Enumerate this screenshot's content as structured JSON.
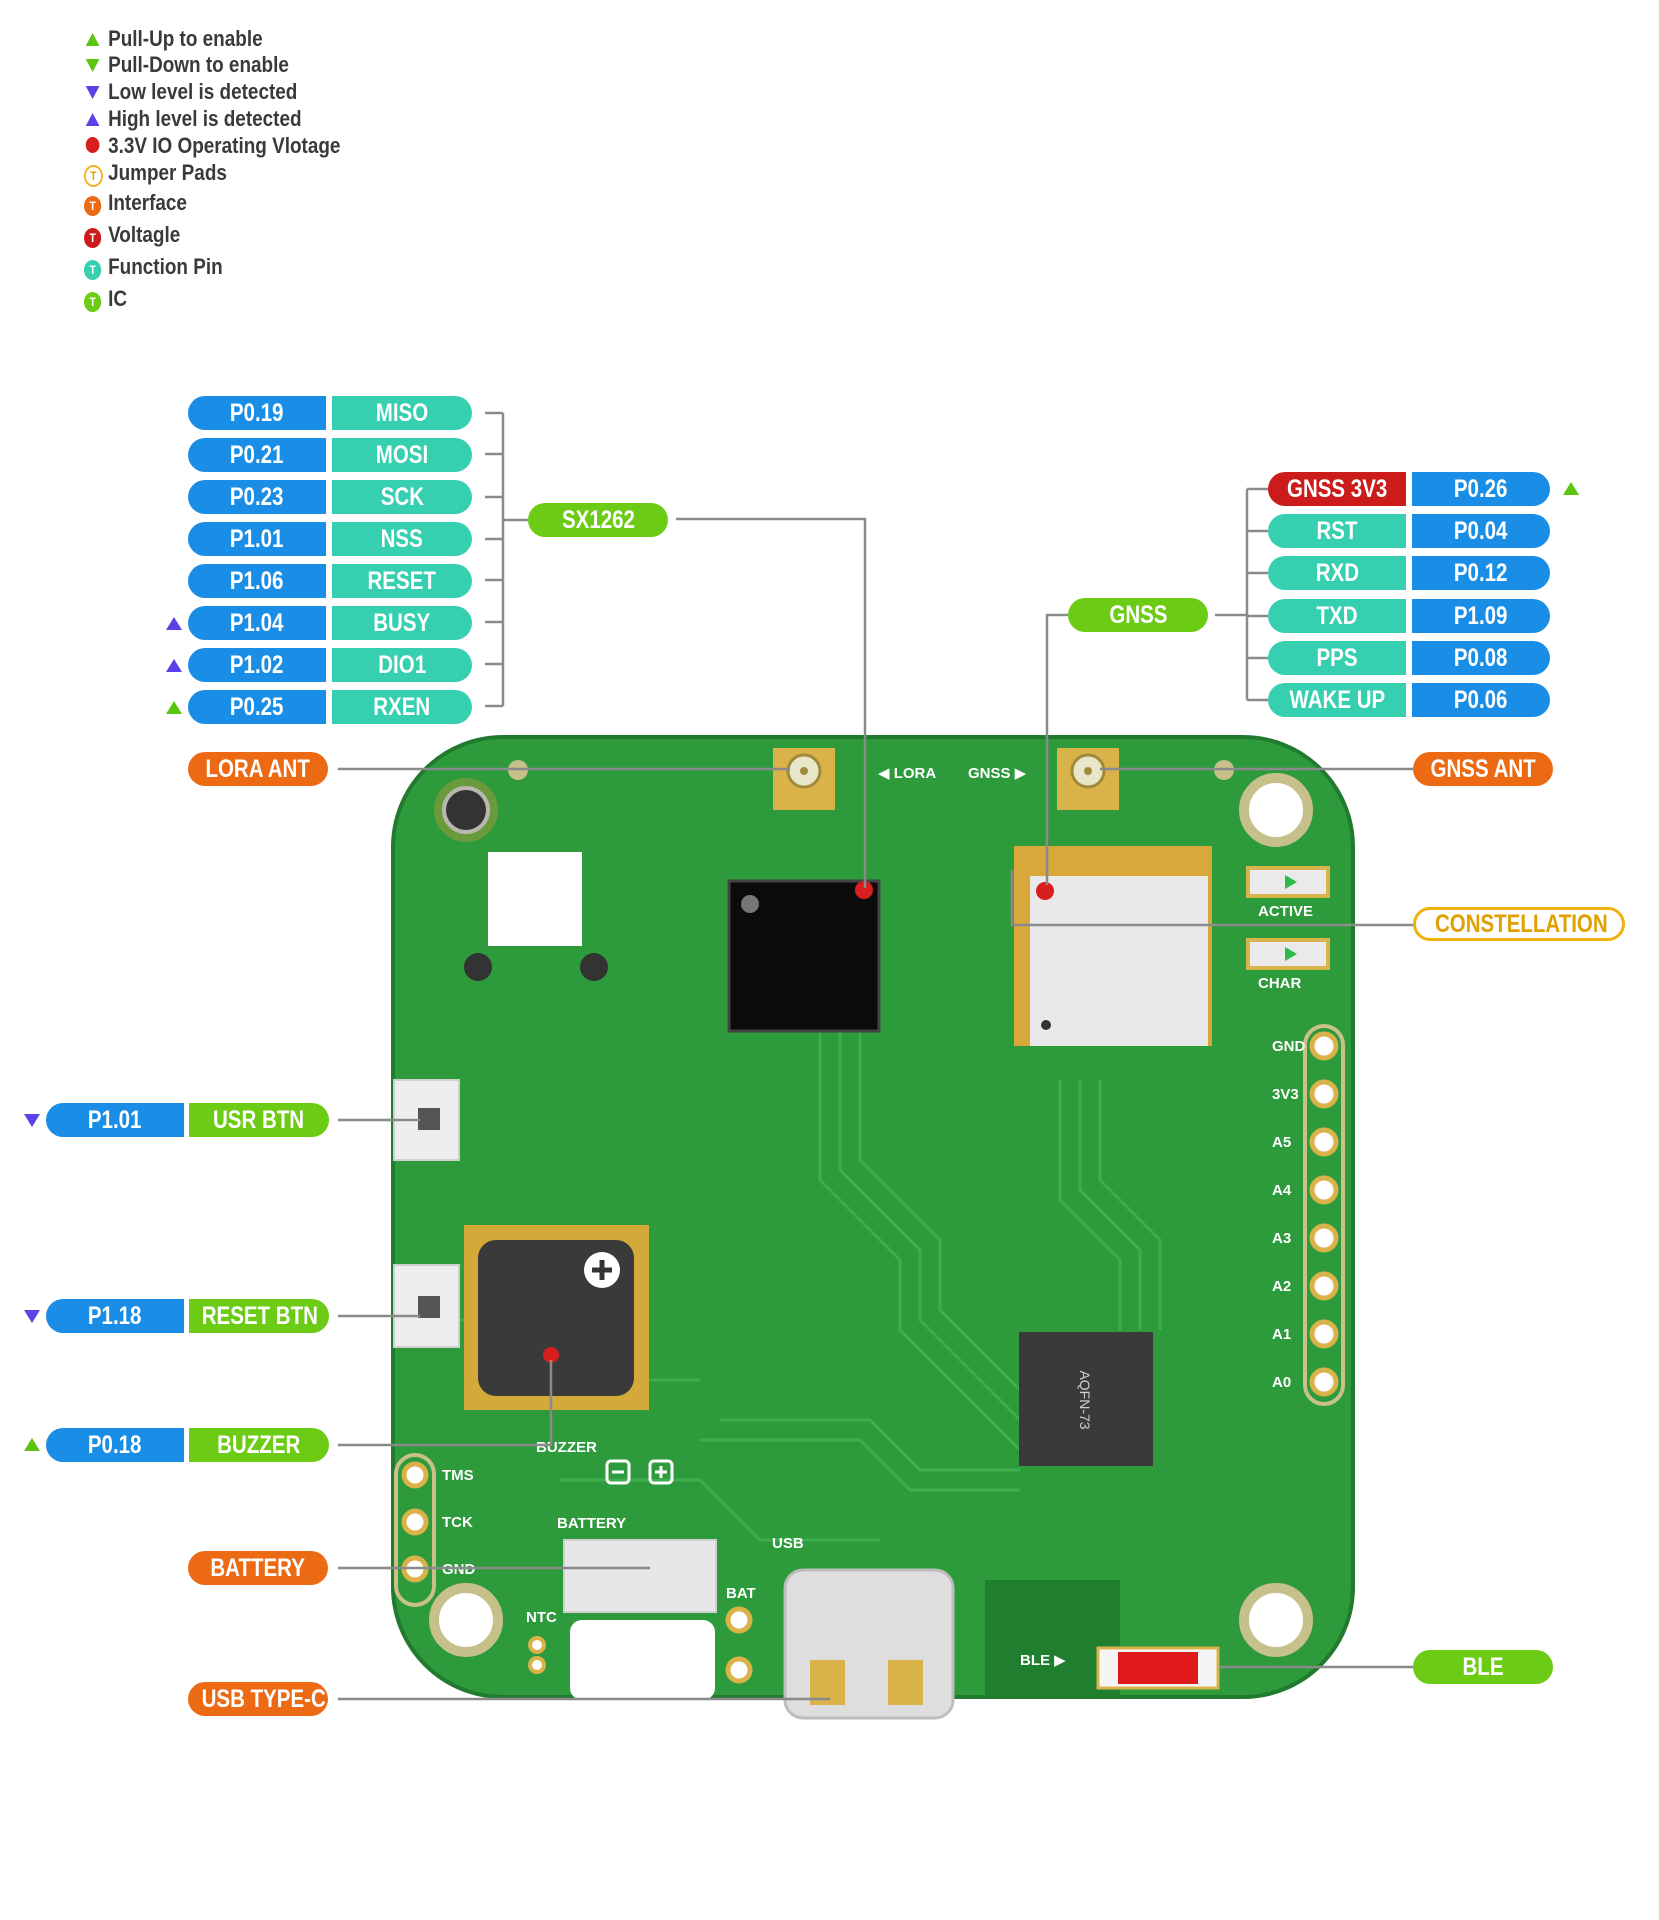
{
  "legend": {
    "pull_up": "Pull-Up to enable",
    "pull_down": "Pull-Down to enable",
    "low": "Low level is detected",
    "high": "High level is detected",
    "v33": "3.3V IO Operating Vlotage",
    "jumper": "Jumper Pads",
    "interface": "Interface",
    "voltage": "Voltagle",
    "function": "Function Pin",
    "ic": "IC",
    "badge": "T"
  },
  "sx1262": {
    "label": "SX1262",
    "pins": [
      {
        "gpio": "P0.19",
        "func": "MISO"
      },
      {
        "gpio": "P0.21",
        "func": "MOSI"
      },
      {
        "gpio": "P0.23",
        "func": "SCK"
      },
      {
        "gpio": "P1.01",
        "func": "NSS"
      },
      {
        "gpio": "P1.06",
        "func": "RESET"
      },
      {
        "gpio": "P1.04",
        "func": "BUSY"
      },
      {
        "gpio": "P1.02",
        "func": "DIO1"
      },
      {
        "gpio": "P0.25",
        "func": "RXEN"
      }
    ]
  },
  "gnss": {
    "label": "GNSS",
    "pins": [
      {
        "func": "GNSS 3V3",
        "gpio": "P0.26"
      },
      {
        "func": "RST",
        "gpio": "P0.04"
      },
      {
        "func": "RXD",
        "gpio": "P0.12"
      },
      {
        "func": "TXD",
        "gpio": "P1.09"
      },
      {
        "func": "PPS",
        "gpio": "P0.08"
      },
      {
        "func": "WAKE UP",
        "gpio": "P0.06"
      }
    ]
  },
  "callouts": {
    "lora_ant": "LORA ANT",
    "gnss_ant": "GNSS ANT",
    "constellation": "CONSTELLATION",
    "usr_btn_gpio": "P1.01",
    "usr_btn": "USR BTN",
    "reset_btn_gpio": "P1.18",
    "reset_btn": "RESET BTN",
    "buzzer_gpio": "P0.18",
    "buzzer": "BUZZER",
    "battery": "BATTERY",
    "usb": "USB TYPE-C",
    "ble": "BLE"
  },
  "silk": {
    "lora": "◀ LORA",
    "gnss": "GNSS ▶",
    "active": "ACTIVE",
    "char": "CHAR",
    "header": [
      "GND",
      "3V3",
      "A5",
      "A4",
      "A3",
      "A2",
      "A1",
      "A0"
    ],
    "buzzer": "BUZZER",
    "battery": "BATTERY",
    "swd": [
      "TMS",
      "TCK",
      "GND"
    ],
    "usb": "USB",
    "bat": "BAT",
    "ntc": "NTC",
    "ble": "BLE ▶",
    "mcu": "AQFN-73"
  },
  "colors": {
    "pcb": "#2d9a3c",
    "gpio": "#1a8ee6",
    "function": "#36cfb0",
    "voltage": "#cc1b1b",
    "ic": "#6ccb14",
    "interface": "#ec6a14",
    "jumper": "#efb10f"
  }
}
